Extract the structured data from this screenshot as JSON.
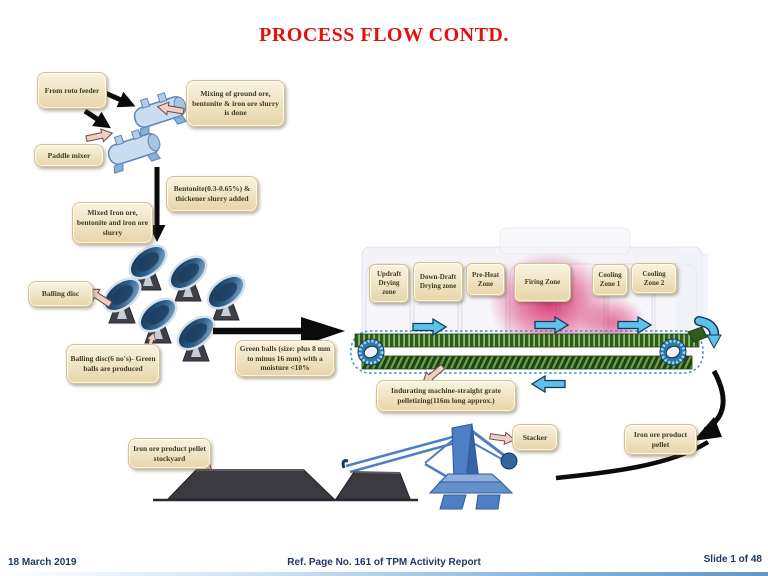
{
  "slide": {
    "title": "PROCESS FLOW CONTD."
  },
  "labels": {
    "roto_feeder": "From roto feeder",
    "mixing": "Mixing of ground ore, bentonite & iron ore slurry is done",
    "paddle_mixer": "Paddle mixer",
    "bentonite": "Bentonite(0.3-0.65%) & thickener slurry added",
    "mixed_ore": "Mixed Iron ore, bentonite and iron ore slurry",
    "balling_disc": "Balling disc",
    "balling_disc_six": "Balling disc(6 no's)- Green balls are produced",
    "green_balls": "Green balls (size: plus 8 mm to minus 16 mm) with a moisture <10%",
    "indurating": "Indurating machine-straight grate pelletizing(116m long approx.)",
    "stacker": "Stacker",
    "pellet": "Iron ore product pellet",
    "stockyard": "Iron ore product pellet stockyard"
  },
  "zones": [
    {
      "label": "Updraft Drying zone"
    },
    {
      "label": "Down-Draft Drying zone"
    },
    {
      "label": "Pre-Heat Zone"
    },
    {
      "label": "Firing Zone"
    },
    {
      "label": "Cooling Zone 1"
    },
    {
      "label": "Cooling Zone 2"
    }
  ],
  "footer": {
    "date": "18 March 2019",
    "reference": "Ref. Page No. 161 of TPM Activity Report",
    "slide_number": "Slide 1 of 48"
  },
  "colors": {
    "title_red": "#E3120B",
    "box_fill": "#F0E3C2",
    "box_border": "#D6C28C",
    "box_text": "#403A26",
    "footer_navy": "#203864",
    "arrow_black": "#0B0B0B",
    "arrow_pink_fill": "#ECD0C8",
    "arrow_pink_stroke": "#7A4A42",
    "arrow_blue_fill": "#5BC2EA",
    "arrow_blue_stroke": "#17365D",
    "machine_blue": "#C9DCF0",
    "conveyor_green": "#2F5B1E",
    "stockpile_gray": "#3A3A40",
    "firing_glow": "#D61A5E"
  }
}
